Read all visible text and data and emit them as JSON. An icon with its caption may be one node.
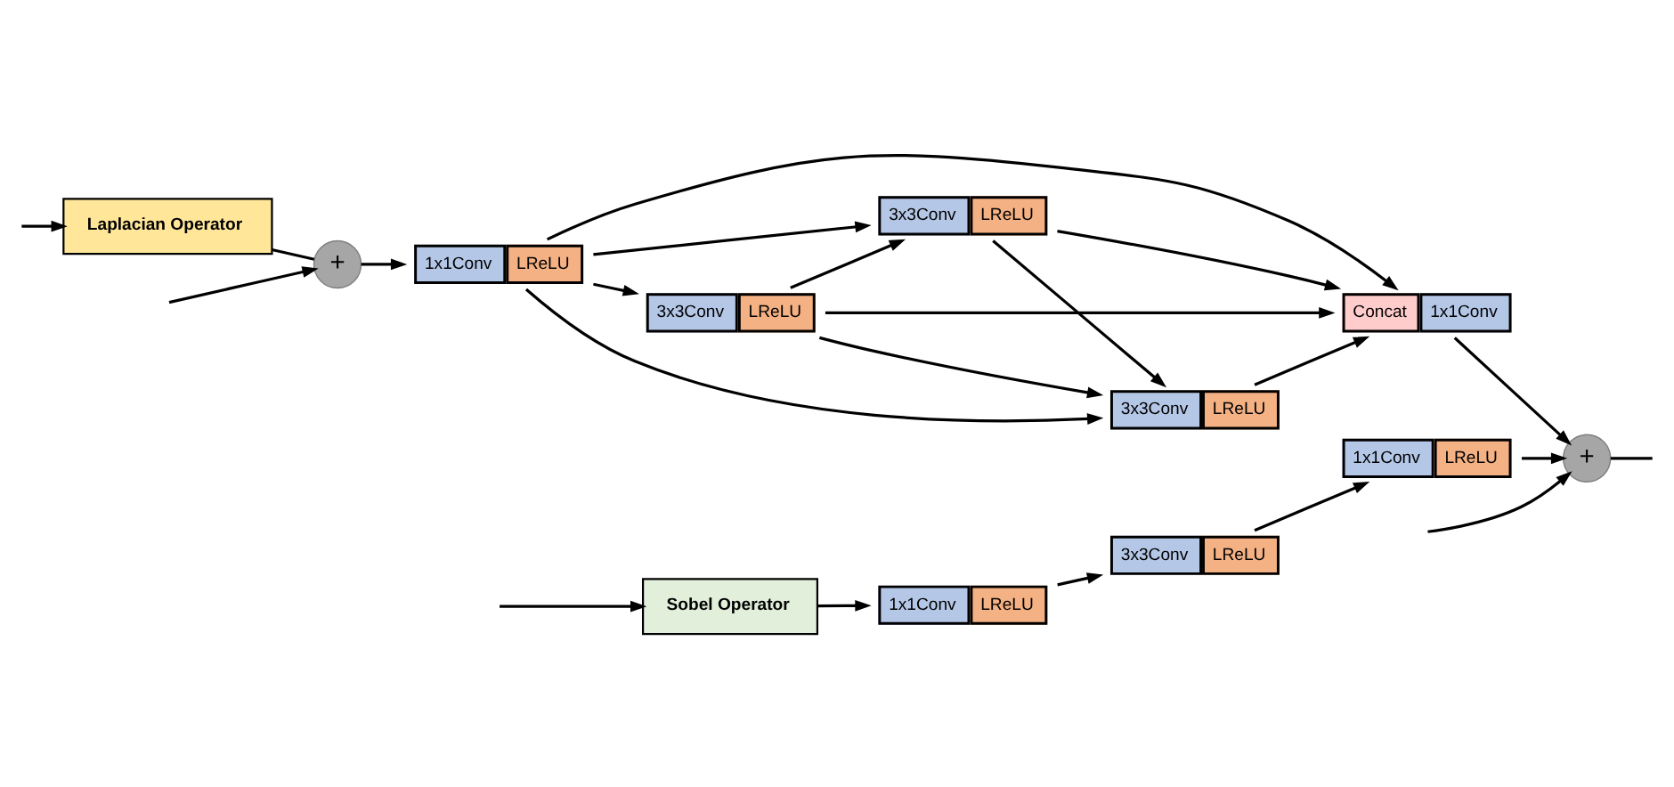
{
  "diagram": {
    "nodes": [
      {
        "text": [
          "Laplacian Operator"
        ]
      },
      {
        "text": [
          "+"
        ]
      },
      {
        "text": [
          "1x1Conv",
          "LReLU"
        ]
      },
      {
        "text": [
          "3x3Conv",
          "LReLU"
        ]
      },
      {
        "text": [
          "3x3Conv",
          "LReLU"
        ]
      },
      {
        "text": [
          "3x3Conv",
          "LReLU"
        ]
      },
      {
        "text": [
          "Concat",
          "1x1Conv"
        ]
      },
      {
        "text": [
          "+"
        ]
      },
      {
        "text": [
          "Sobel Operator"
        ]
      },
      {
        "text": [
          "1x1Conv",
          "LReLU"
        ]
      },
      {
        "text": [
          "3x3Conv",
          "LReLU"
        ]
      },
      {
        "text": [
          "1x1Conv",
          "LReLU"
        ]
      }
    ],
    "edges": [
      {
        "from": null,
        "to": 0,
        "arrow": "to"
      },
      {
        "from": null,
        "to": 1,
        "arrow": "to"
      },
      {
        "from": null,
        "to": 7,
        "arrow": "to"
      },
      {
        "from": null,
        "to": 8,
        "arrow": "to"
      },
      {
        "from": 0,
        "to": 1,
        "arrow": "none"
      },
      {
        "from": 1,
        "to": 2,
        "arrow": "to"
      },
      {
        "from": 2,
        "to": 3,
        "arrow": "to"
      },
      {
        "from": 3,
        "to": 4,
        "arrow": "to"
      },
      {
        "from": 4,
        "to": 5,
        "arrow": "to"
      },
      {
        "from": 5,
        "to": 6,
        "arrow": "to"
      },
      {
        "from": 2,
        "to": 4,
        "arrow": "to"
      },
      {
        "from": 2,
        "to": 5,
        "arrow": "to"
      },
      {
        "from": 2,
        "to": 6,
        "arrow": "to"
      },
      {
        "from": 3,
        "to": 5,
        "arrow": "to"
      },
      {
        "from": 3,
        "to": 6,
        "arrow": "to"
      },
      {
        "from": 4,
        "to": 6,
        "arrow": "to"
      },
      {
        "from": 6,
        "to": 7,
        "arrow": "to"
      },
      {
        "from": 8,
        "to": 9,
        "arrow": "to"
      },
      {
        "from": 9,
        "to": 10,
        "arrow": "to"
      },
      {
        "from": 10,
        "to": 11,
        "arrow": "to"
      },
      {
        "from": 11,
        "to": 7,
        "arrow": "to"
      },
      {
        "from": 7,
        "to": null,
        "arrow": "none"
      }
    ]
  }
}
